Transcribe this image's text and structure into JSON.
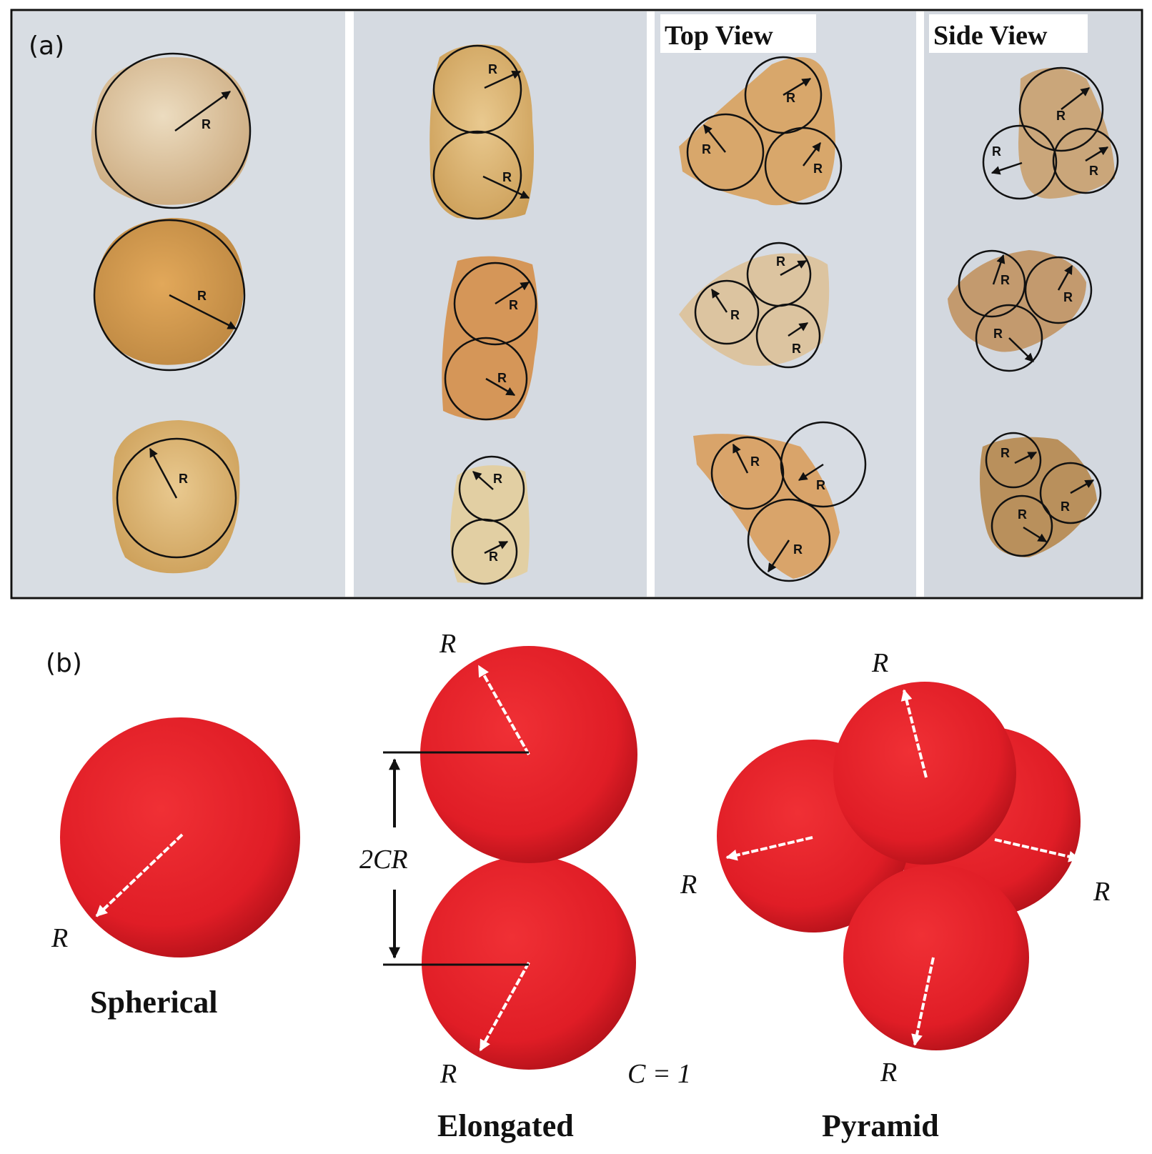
{
  "panel_a": {
    "label": "(a)",
    "top_view_label": "Top View",
    "side_view_label": "Side View",
    "radius_mark": "R"
  },
  "panel_b": {
    "label": "(b)",
    "radius_mark": "R",
    "spacing_label": "2CR",
    "c_value": "C = 1",
    "shapes": [
      "Spherical",
      "Elongated",
      "Pyramid"
    ]
  },
  "colors": {
    "sphere_red": "#e5202a",
    "photo_background": "#d9dde2",
    "sandstone": "#d9a460"
  }
}
